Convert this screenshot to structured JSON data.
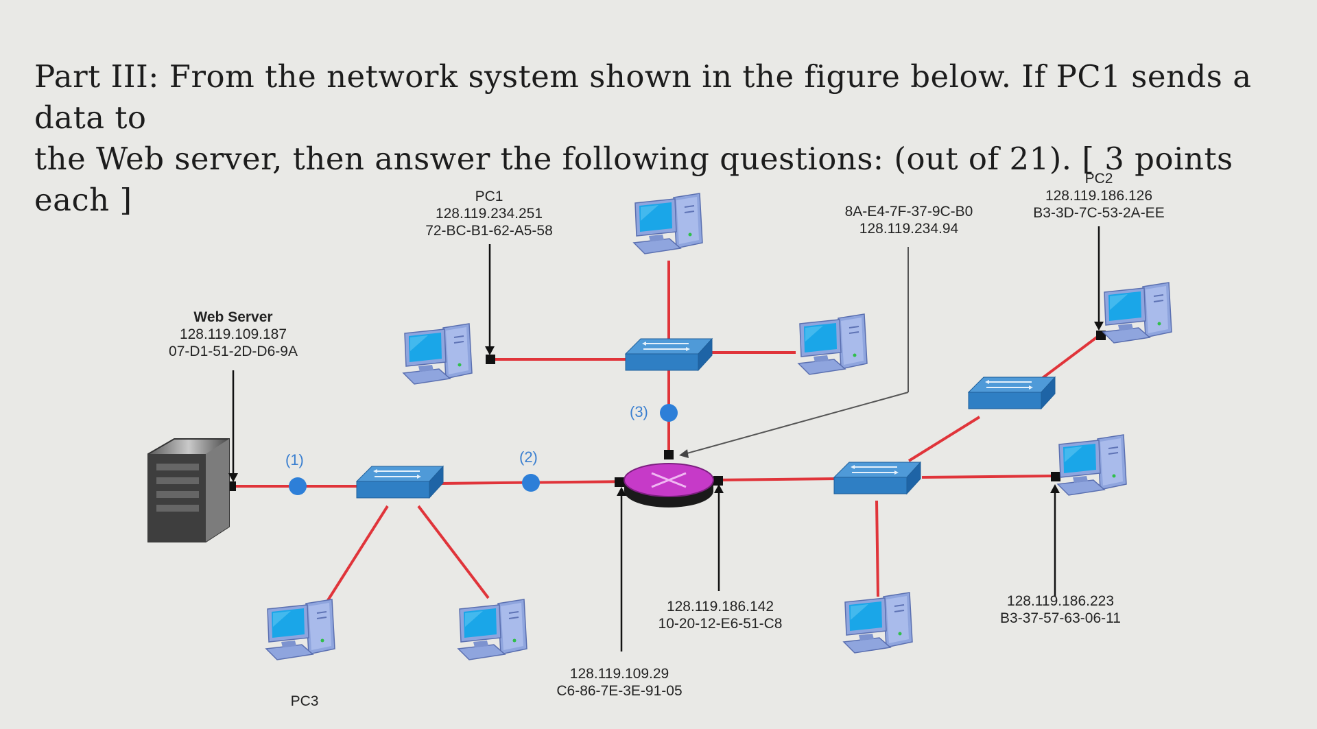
{
  "question": {
    "line1": "Part III: From the network system shown in the figure below. If PC1 sends a data to",
    "line2": "the Web server, then answer the following questions: (out of 21). [ 3 points each ]"
  },
  "nodes": {
    "web_server": {
      "name": "Web Server",
      "ip": "128.119.109.187",
      "mac": "07-D1-51-2D-D6-9A"
    },
    "pc1": {
      "name": "PC1",
      "ip": "128.119.234.251",
      "mac": "72-BC-B1-62-A5-58"
    },
    "pc2": {
      "name": "PC2",
      "ip": "128.119.186.126",
      "mac": "B3-3D-7C-53-2A-EE"
    },
    "pc3": {
      "name": "PC3"
    }
  },
  "router_interfaces": {
    "top": {
      "mac": "8A-E4-7F-37-9C-B0",
      "ip": "128.119.234.94"
    },
    "left": {
      "ip": "128.119.109.29",
      "mac": "C6-86-7E-3E-91-05"
    },
    "right": {
      "ip": "128.119.186.142",
      "mac": "10-20-12-E6-51-C8"
    }
  },
  "right_host": {
    "ip": "128.119.186.223",
    "mac": "B3-37-57-63-06-11"
  },
  "markers": {
    "m1": "(1)",
    "m2": "(2)",
    "m3": "(3)"
  },
  "colors": {
    "link": "#e0343a",
    "switch": "#2f7fc4",
    "router": "#c63ac8",
    "marker": "#2d7fd8",
    "screen": "#1aa6e8"
  }
}
